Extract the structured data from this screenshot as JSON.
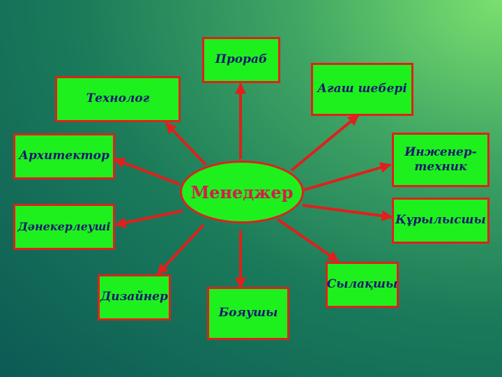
{
  "center": {
    "label": "Менеджер"
  },
  "roles": [
    {
      "id": "prorab",
      "label": "Прораб"
    },
    {
      "id": "technolog",
      "label": "Технолог"
    },
    {
      "id": "agash-sheberi",
      "label": "Агаш шебері"
    },
    {
      "id": "arkhitektor",
      "label": "Архитектор"
    },
    {
      "id": "inzhener-tekhnik",
      "label": "Инженер-\nтехник"
    },
    {
      "id": "danekerleushi",
      "label": "Дәнекерлеуші"
    },
    {
      "id": "kurylysshy",
      "label": "Құрылысшы"
    },
    {
      "id": "sylakshy",
      "label": "Сылақшы"
    },
    {
      "id": "dizainer",
      "label": "Дизайнер"
    },
    {
      "id": "boyaushy",
      "label": "Бояушы"
    }
  ],
  "colors": {
    "box_fill": "#1ef01e",
    "box_border": "#e0201c",
    "arrow": "#e0201c",
    "role_text": "#1a1a6e",
    "center_text": "#d0204a"
  }
}
